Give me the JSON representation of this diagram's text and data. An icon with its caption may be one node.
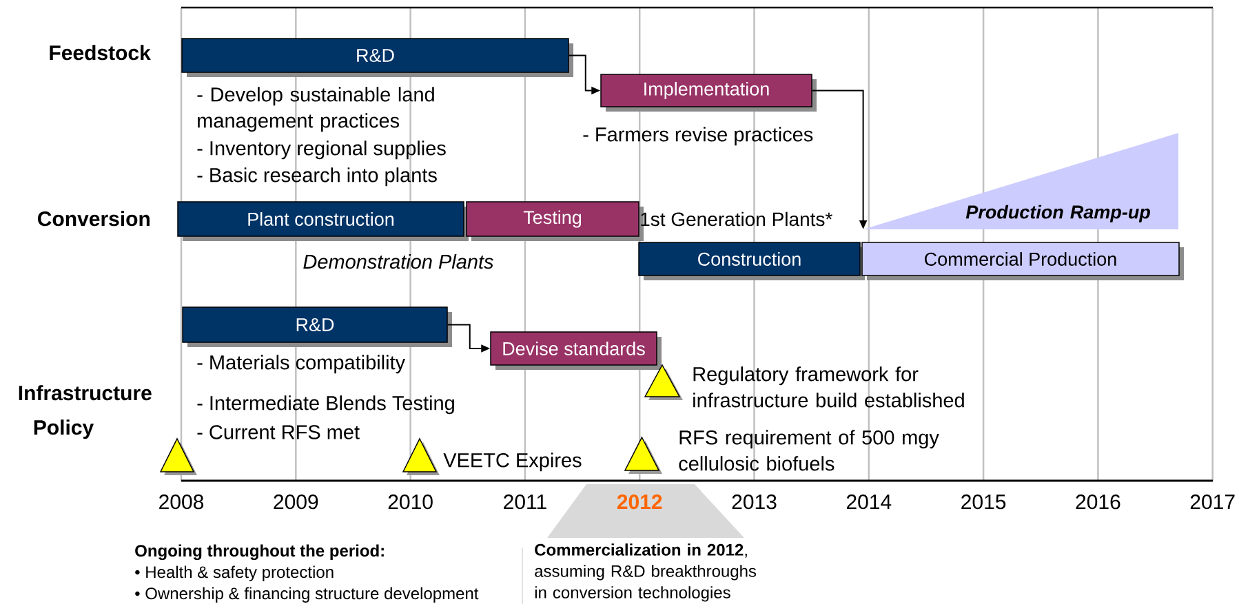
{
  "diagram": {
    "nodes": [
      {
        "text": [
          "R&D"
        ],
        "beside": [
          "- Develop sustainable land management practices",
          "- Inventory regional supplies",
          "- Basic research into plants"
        ]
      },
      {
        "text": [
          "Implementation"
        ],
        "beside": [
          "- Farmers revise practices"
        ]
      },
      {
        "text": [
          "Plant construction"
        ]
      },
      {
        "text": [
          "Testing"
        ]
      },
      {
        "text": [
          "Production Ramp-up"
        ]
      },
      {
        "text": [
          "Construction"
        ]
      },
      {
        "text": [
          "Commercial Production"
        ]
      },
      {
        "text": [
          "R&D"
        ],
        "beside": [
          "- Materials compatibility",
          "- Intermediate Blends Testing",
          "- Current RFS met"
        ]
      },
      {
        "text": [
          "Devise standards"
        ]
      },
      {
        "text": [],
        "shape": "triangle",
        "beside": [
          "Regulatory framework for infrastructure build established"
        ]
      },
      {
        "text": [],
        "shape": "triangle"
      },
      {
        "text": [],
        "shape": "triangle",
        "beside": [
          "VEETC Expires"
        ]
      },
      {
        "text": [],
        "shape": "triangle",
        "beside": [
          "RFS requirement of 500 mgy cellulosic biofuels"
        ]
      }
    ],
    "edges": [
      {
        "from": 0,
        "to": 1,
        "arrow": "to"
      },
      {
        "from": 1,
        "to": 4,
        "arrow": "to"
      },
      {
        "from": 7,
        "to": 8,
        "arrow": "to"
      }
    ],
    "labels": [
      "Feedstock",
      "Conversion",
      "Infrastructure",
      "Policy",
      "Demonstration Plants",
      "1st Generation Plants*",
      "2008",
      "2009",
      "2010",
      "2011",
      "2012",
      "2013",
      "2014",
      "2015",
      "2016",
      "2017",
      "Ongoing throughout the period:",
      "• Health & safety protection",
      "• Ownership & financing structure development",
      "**Commercialization in 2012**, assuming R&D breakthroughs in conversion technologies"
    ]
  }
}
